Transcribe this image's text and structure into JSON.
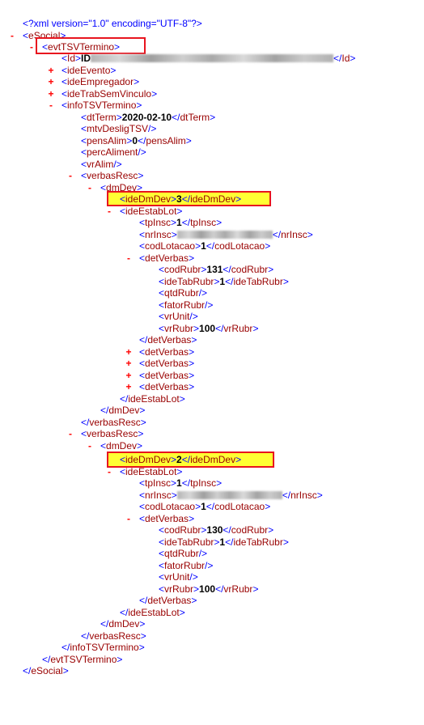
{
  "toggles": {
    "collapse": "-",
    "expand": "+"
  },
  "xml_declaration": "<?xml version=\"1.0\" encoding=\"UTF-8\"?>",
  "nodes": {
    "esocial": "eSocial",
    "evt_tsv_termino": "evtTSVTermino",
    "id": "Id",
    "id_value_prefix": "ID",
    "ide_evento": "ideEvento",
    "ide_empregador": "ideEmpregador",
    "ide_trab_sem_vinculo": "ideTrabSemVinculo",
    "info_tsv_termino": "infoTSVTermino",
    "dt_term": "dtTerm",
    "dt_term_value": "2020-02-10",
    "mtv_deslig_tsv": "mtvDesligTSV",
    "pens_alim": "pensAlim",
    "pens_alim_value": "0",
    "perc_aliment": "percAliment",
    "vr_alim": "vrAlim",
    "verbas_resc": "verbasResc",
    "dm_dev": "dmDev",
    "ide_dm_dev": "ideDmDev",
    "ide_estab_lot": "ideEstabLot",
    "tp_insc": "tpInsc",
    "nr_insc": "nrInsc",
    "cod_lotacao": "codLotacao",
    "det_verbas": "detVerbas",
    "cod_rubr": "codRubr",
    "ide_tab_rubr": "ideTabRubr",
    "qtd_rubr": "qtdRubr",
    "fator_rubr": "fatorRubr",
    "vr_unit": "vrUnit",
    "vr_rubr": "vrRubr"
  },
  "block1": {
    "ide_dm_dev_value": "3",
    "tp_insc_value": "1",
    "cod_lotacao_value": "1",
    "cod_rubr_value": "131",
    "ide_tab_rubr_value": "1",
    "vr_rubr_value": "100"
  },
  "block2": {
    "ide_dm_dev_value": "2",
    "tp_insc_value": "1",
    "cod_lotacao_value": "1",
    "cod_rubr_value": "130",
    "ide_tab_rubr_value": "1",
    "vr_rubr_value": "100"
  }
}
